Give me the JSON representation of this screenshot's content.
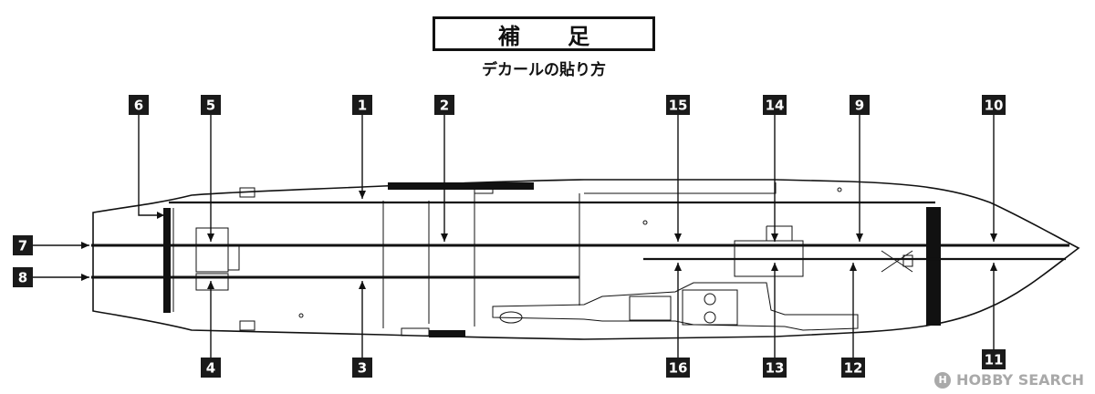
{
  "header": {
    "title": "補 足",
    "subtitle": "デカールの貼り方"
  },
  "markers": [
    {
      "id": "1",
      "label": "1"
    },
    {
      "id": "2",
      "label": "2"
    },
    {
      "id": "3",
      "label": "3"
    },
    {
      "id": "4",
      "label": "4"
    },
    {
      "id": "5",
      "label": "5"
    },
    {
      "id": "6",
      "label": "6"
    },
    {
      "id": "7",
      "label": "7"
    },
    {
      "id": "8",
      "label": "8"
    },
    {
      "id": "9",
      "label": "9"
    },
    {
      "id": "10",
      "label": "10"
    },
    {
      "id": "11",
      "label": "11"
    },
    {
      "id": "12",
      "label": "12"
    },
    {
      "id": "13",
      "label": "13"
    },
    {
      "id": "14",
      "label": "14"
    },
    {
      "id": "15",
      "label": "15"
    },
    {
      "id": "16",
      "label": "16"
    }
  ],
  "watermark": {
    "logo_letter": "H",
    "text": "HOBBY SEARCH"
  },
  "colors": {
    "ink": "#111111",
    "marker_bg": "#1a1a1a",
    "marker_text": "#ffffff",
    "watermark": "#a9a9a9"
  }
}
